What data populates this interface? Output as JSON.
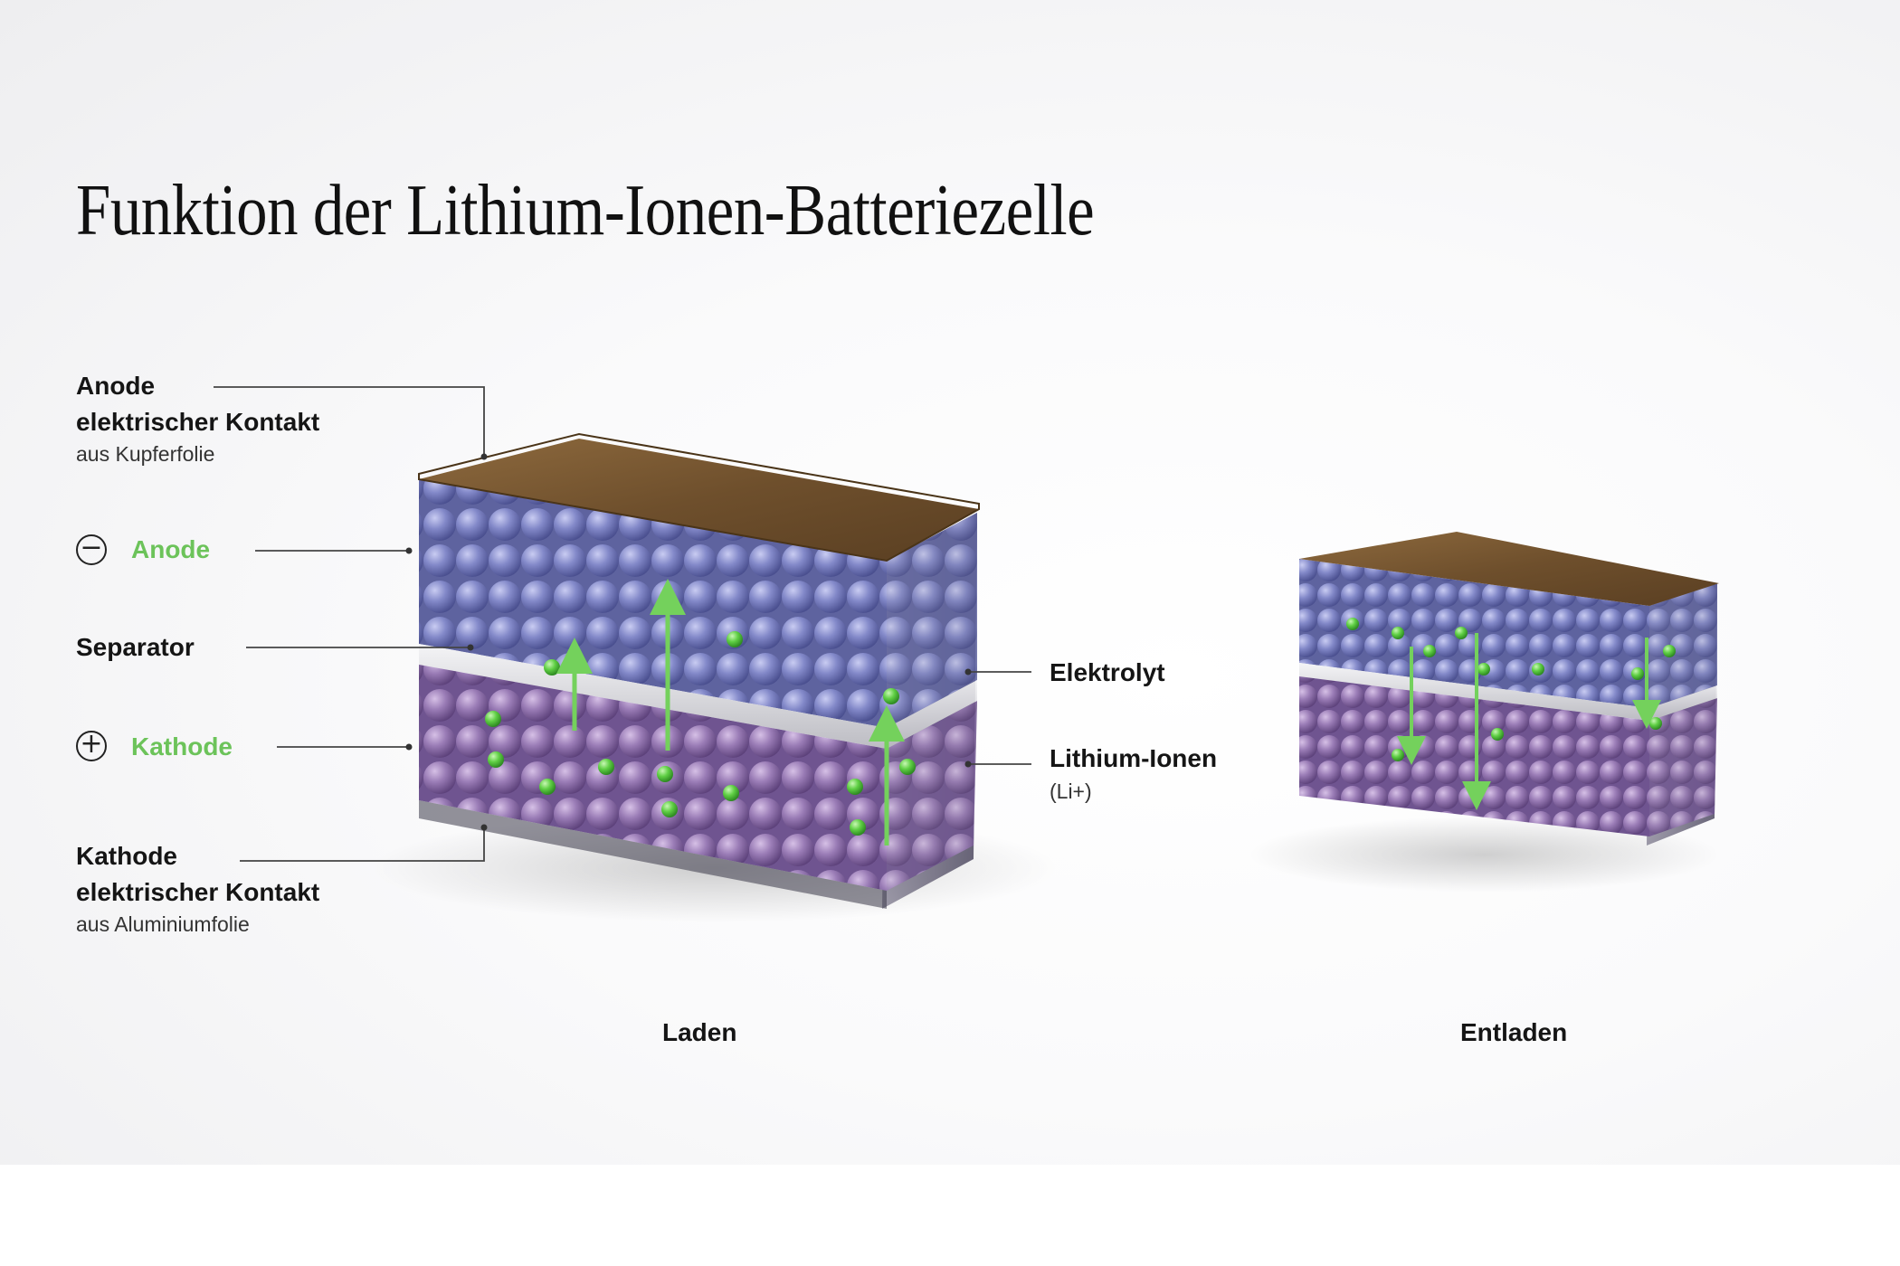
{
  "title": "Funktion der Lithium-Ionen-Batteriezelle",
  "labels": {
    "anode_contact": {
      "title": "Anode",
      "subtitle": "elektrischer Kontakt",
      "note": "aus Kupferfolie"
    },
    "anode": {
      "sign": "−",
      "label": "Anode"
    },
    "separator": "Separator",
    "kathode": {
      "sign": "+",
      "label": "Kathode"
    },
    "kathode_contact": {
      "title": "Kathode",
      "subtitle": "elektrischer Kontakt",
      "note": "aus Aluminiumfolie"
    },
    "elektrolyt": "Elektrolyt",
    "lithium_ionen": {
      "label": "Lithium-Ionen",
      "note": "(Li+)"
    }
  },
  "cells": {
    "charging": {
      "caption": "Laden"
    },
    "discharging": {
      "caption": "Entladen"
    }
  },
  "colors": {
    "accent_green": "#6cc35a",
    "anode_sphere": "#7f86c6",
    "cathode_sphere": "#9a7cb6",
    "copper_top": "#7a5a34",
    "text": "#151515"
  }
}
